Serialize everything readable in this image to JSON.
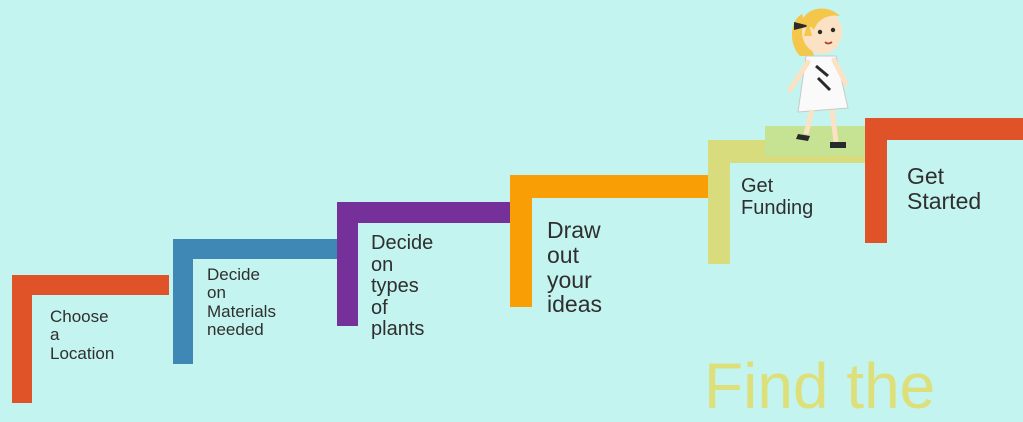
{
  "colors": {
    "background": "#c4f4ef",
    "step_1": "#e05228",
    "step_2": "#3f87b4",
    "step_3": "#76309a",
    "step_4": "#f99f05",
    "step_5": "#d9dc7d",
    "step_6": "#e05228",
    "headline": "#dde07a"
  },
  "steps": [
    {
      "label": "Choose a\nLocation"
    },
    {
      "label": "Decide on\nMaterials\nneeded"
    },
    {
      "label": "Decide on\ntypes of\nplants"
    },
    {
      "label": "Draw out\nyour ideas"
    },
    {
      "label": "Get\nFunding"
    },
    {
      "label": "Get\nStarted"
    }
  ],
  "headline": "Find the",
  "illustration": "girl-walking-up-stairs"
}
